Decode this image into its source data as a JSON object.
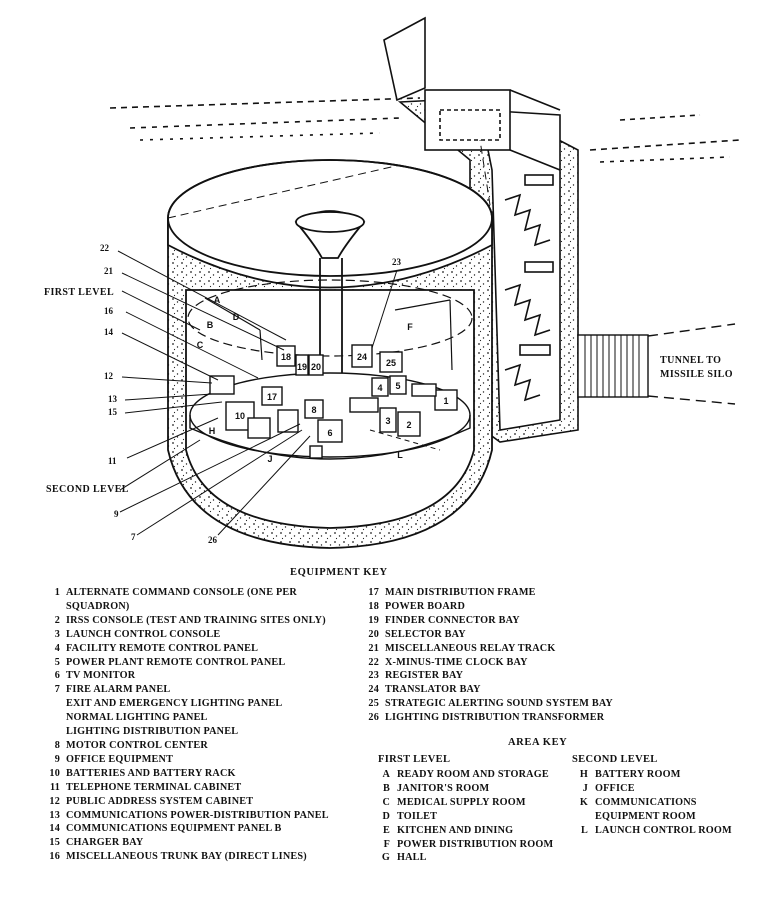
{
  "diagram": {
    "labels": {
      "first_level": "FIRST LEVEL",
      "second_level": "SECOND LEVEL",
      "tunnel_line1": "TUNNEL TO",
      "tunnel_line2": "MISSILE SILO"
    },
    "callouts": [
      "22",
      "21",
      "16",
      "14",
      "12",
      "13",
      "15",
      "11",
      "9",
      "7",
      "26",
      "23"
    ],
    "room_letters": [
      "A",
      "B",
      "C",
      "D",
      "F",
      "H",
      "J",
      "L"
    ],
    "box_numbers": [
      "18",
      "19",
      "20",
      "24",
      "25",
      "17",
      "4",
      "5",
      "1",
      "10",
      "8",
      "3",
      "2",
      "6"
    ]
  },
  "equipment_key": {
    "title": "EQUIPMENT KEY",
    "left": [
      {
        "n": "1",
        "text": "ALTERNATE COMMAND CONSOLE (ONE PER"
      },
      {
        "n": "",
        "text": "SQUADRON)"
      },
      {
        "n": "2",
        "text": "IRSS CONSOLE (TEST AND TRAINING SITES ONLY)"
      },
      {
        "n": "3",
        "text": "LAUNCH CONTROL CONSOLE"
      },
      {
        "n": "4",
        "text": "FACILITY REMOTE CONTROL PANEL"
      },
      {
        "n": "5",
        "text": "POWER PLANT REMOTE CONTROL PANEL"
      },
      {
        "n": "6",
        "text": "TV MONITOR"
      },
      {
        "n": "7",
        "text": "FIRE ALARM PANEL"
      },
      {
        "n": "",
        "text": "EXIT AND EMERGENCY LIGHTING PANEL"
      },
      {
        "n": "",
        "text": "NORMAL LIGHTING PANEL"
      },
      {
        "n": "",
        "text": "LIGHTING DISTRIBUTION PANEL"
      },
      {
        "n": "8",
        "text": "MOTOR CONTROL CENTER"
      },
      {
        "n": "9",
        "text": "OFFICE EQUIPMENT"
      },
      {
        "n": "10",
        "text": "BATTERIES AND BATTERY RACK"
      },
      {
        "n": "11",
        "text": "TELEPHONE TERMINAL CABINET"
      },
      {
        "n": "12",
        "text": "PUBLIC ADDRESS SYSTEM CABINET"
      },
      {
        "n": "13",
        "text": "COMMUNICATIONS POWER-DISTRIBUTION PANEL"
      },
      {
        "n": "14",
        "text": "COMMUNICATIONS EQUIPMENT PANEL B"
      },
      {
        "n": "15",
        "text": "CHARGER BAY"
      },
      {
        "n": "16",
        "text": "MISCELLANEOUS TRUNK BAY (DIRECT LINES)"
      }
    ],
    "right": [
      {
        "n": "17",
        "text": "MAIN DISTRIBUTION FRAME"
      },
      {
        "n": "18",
        "text": "POWER BOARD"
      },
      {
        "n": "19",
        "text": "FINDER CONNECTOR BAY"
      },
      {
        "n": "20",
        "text": "SELECTOR BAY"
      },
      {
        "n": "21",
        "text": "MISCELLANEOUS RELAY TRACK"
      },
      {
        "n": "22",
        "text": "X-MINUS-TIME CLOCK BAY"
      },
      {
        "n": "23",
        "text": "REGISTER BAY"
      },
      {
        "n": "24",
        "text": "TRANSLATOR BAY"
      },
      {
        "n": "25",
        "text": "STRATEGIC ALERTING SOUND SYSTEM BAY"
      },
      {
        "n": "26",
        "text": "LIGHTING DISTRIBUTION TRANSFORMER"
      }
    ]
  },
  "area_key": {
    "title": "AREA KEY",
    "first_level": {
      "heading": "FIRST LEVEL",
      "items": [
        {
          "n": "A",
          "text": "READY ROOM AND STORAGE"
        },
        {
          "n": "B",
          "text": "JANITOR'S ROOM"
        },
        {
          "n": "C",
          "text": "MEDICAL SUPPLY ROOM"
        },
        {
          "n": "D",
          "text": "TOILET"
        },
        {
          "n": "E",
          "text": "KITCHEN AND DINING"
        },
        {
          "n": "F",
          "text": "POWER DISTRIBUTION ROOM"
        },
        {
          "n": "G",
          "text": "HALL"
        }
      ]
    },
    "second_level": {
      "heading": "SECOND LEVEL",
      "items": [
        {
          "n": "H",
          "text": "BATTERY ROOM"
        },
        {
          "n": "J",
          "text": "OFFICE"
        },
        {
          "n": "K",
          "text": "COMMUNICATIONS"
        },
        {
          "n": "",
          "text": "EQUIPMENT ROOM"
        },
        {
          "n": "L",
          "text": "LAUNCH CONTROL ROOM"
        }
      ]
    }
  }
}
